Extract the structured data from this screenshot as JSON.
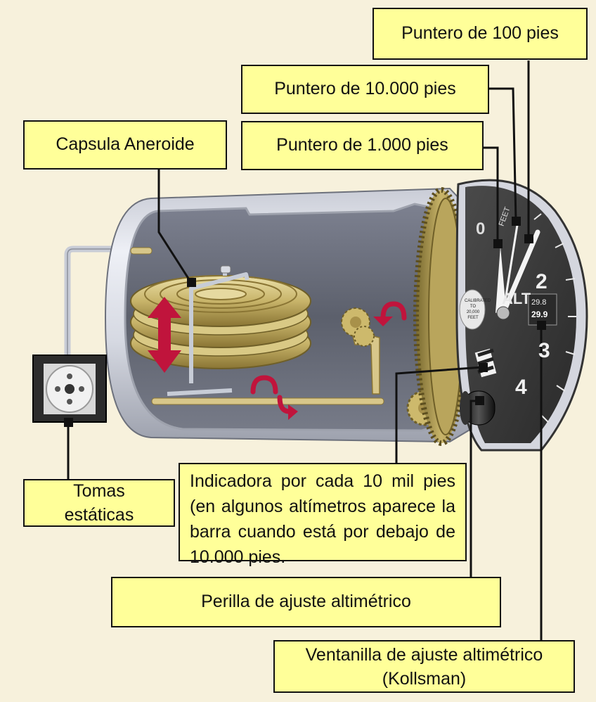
{
  "labels": {
    "pointer_100": "Puntero de 100  pies",
    "pointer_10000": "Puntero de 10.000 pies",
    "pointer_1000": "Puntero de 1.000  pies",
    "aneroid_capsule": "Capsula Aneroide",
    "static_ports": "Tomas estáticas",
    "indicator_10k": "Indicadora  por cada 10 mil pies (en algunos altímetros aparece la barra cuando está por debajo de 10.000 pies.",
    "setting_knob": "Perilla de ajuste altimétrico",
    "kollsman_window": "Ventanilla de ajuste altimétrico (Kollsman)"
  },
  "dial": {
    "numerals": [
      "0",
      "2",
      "3",
      "4"
    ],
    "feet_text": "FEET",
    "alt_text": "ALT",
    "calibrated_text": "CALIBRATED TO 20,000 FEET",
    "kollsman_values": [
      "29.8",
      "29.9"
    ]
  },
  "colors": {
    "label_fill": "#ffff99",
    "label_border": "#111111",
    "background": "#f7f1dc",
    "capsule_gold": "#c8b46a",
    "arrow_red": "#c0143c",
    "dial_face": "#3a3a3a"
  },
  "icons": {
    "movement_arrow": "double-headed-vertical-arrow",
    "rotation_arrow": "curved-rotation-arrow"
  }
}
